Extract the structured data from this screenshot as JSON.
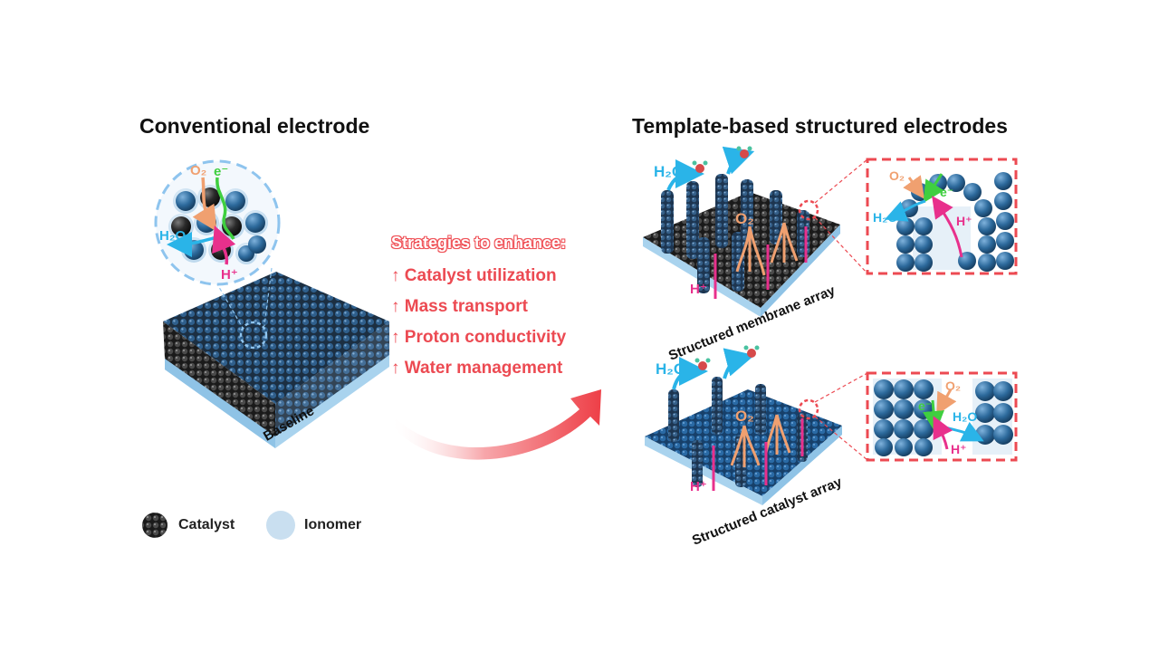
{
  "left": {
    "title": "Conventional electrode",
    "baseline_label": "Baseline",
    "zoom": {
      "o2": "O₂",
      "e": "e⁻",
      "h2o": "H₂O",
      "h": "H⁺"
    }
  },
  "strategies": {
    "title": "Strategies to enhance:",
    "arrow_glyph": "↑",
    "items": [
      "Catalyst utilization",
      "Mass transport",
      "Proton conductivity",
      "Water management"
    ]
  },
  "right": {
    "title": "Template-based structured electrodes",
    "membrane_label": "Structured membrane array",
    "catalyst_label": "Structured catalyst array",
    "labels": {
      "h2o": "H₂O",
      "o2": "O₂",
      "h": "H⁺",
      "e": "e⁻"
    }
  },
  "legend": {
    "catalyst": "Catalyst",
    "ionomer": "Ionomer"
  },
  "colors": {
    "o2": "#f0a070",
    "electron": "#3fcf3f",
    "water": "#2ab4e8",
    "proton": "#e8308c",
    "accent_red": "#ec4a52",
    "particle_blue": "#2d5f8a",
    "substrate": "#a9d3ee",
    "ionomer": "#c9dff0"
  }
}
